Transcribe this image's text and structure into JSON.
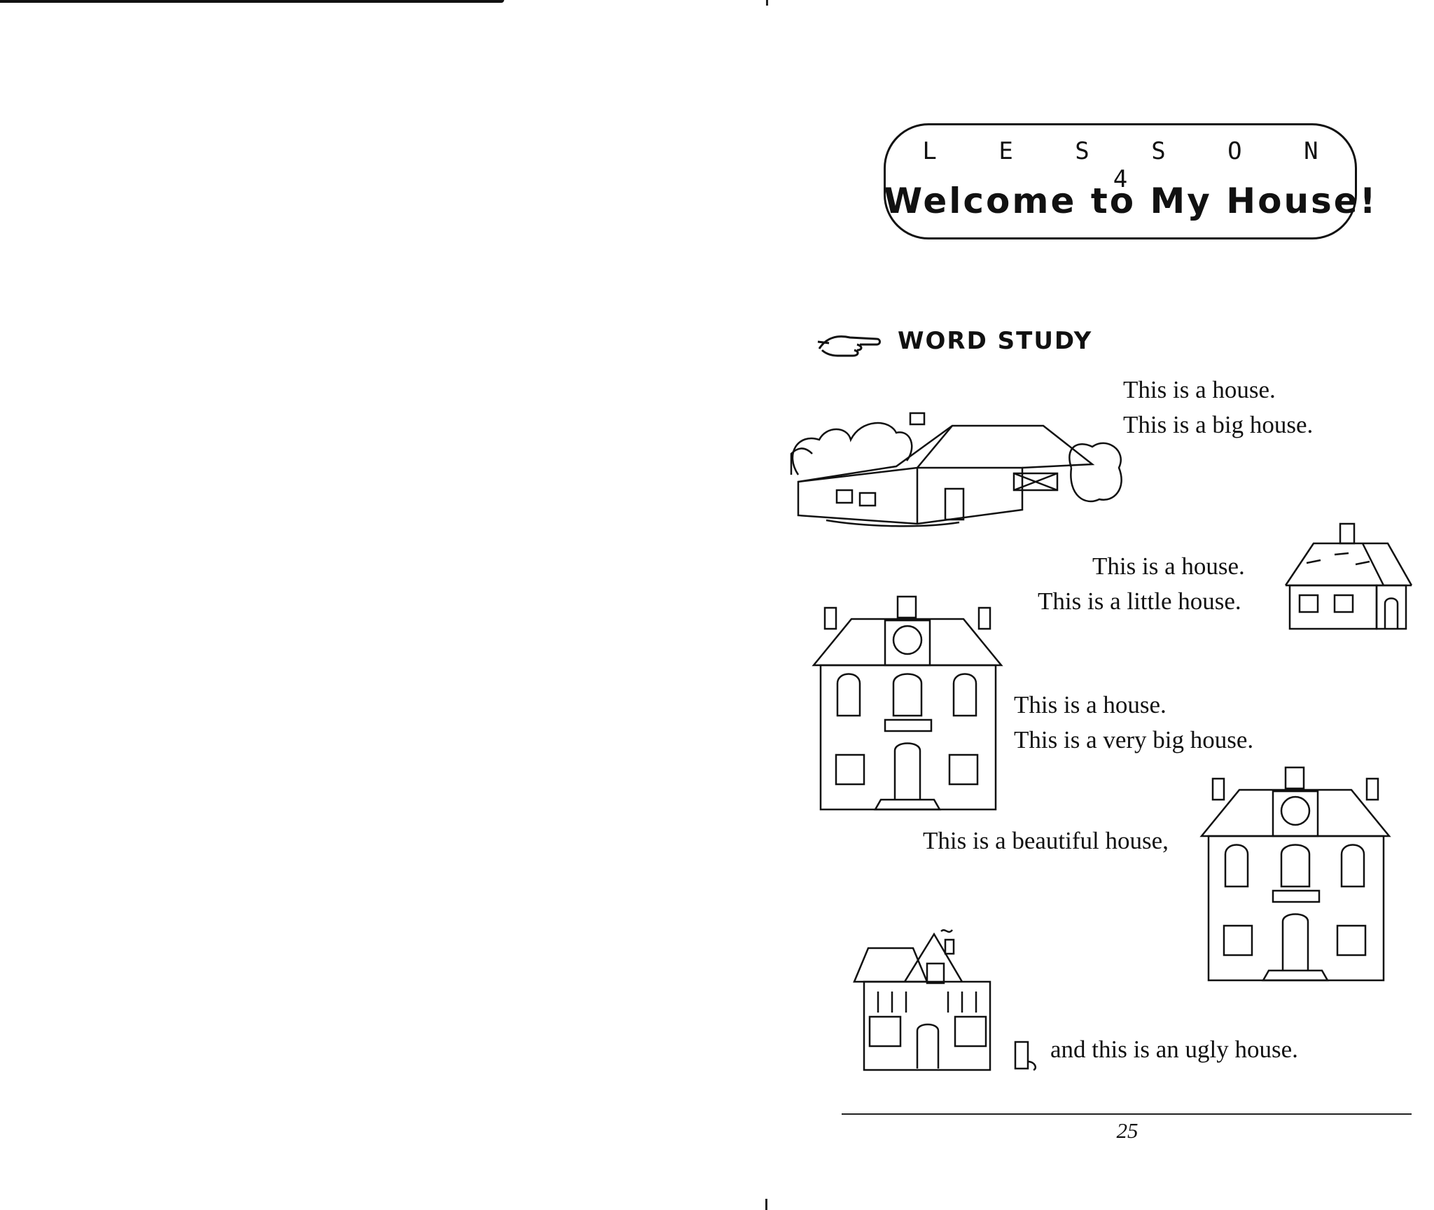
{
  "lesson": {
    "label": "L E S S O N   4",
    "title": "Welcome to My House!"
  },
  "section": {
    "heading": "WORD STUDY",
    "icon": "pointing-hand-icon"
  },
  "captions": [
    {
      "line1": "This is a house.",
      "line2": "This is a big house."
    },
    {
      "line1": "This is a house.",
      "line2": "This is a little house."
    },
    {
      "line1": "This is a house.",
      "line2": "This is a very big house."
    },
    {
      "line1": "This is a beautiful house,"
    },
    {
      "line1": "and this is an ugly house."
    }
  ],
  "footer": {
    "page_number": "25"
  }
}
